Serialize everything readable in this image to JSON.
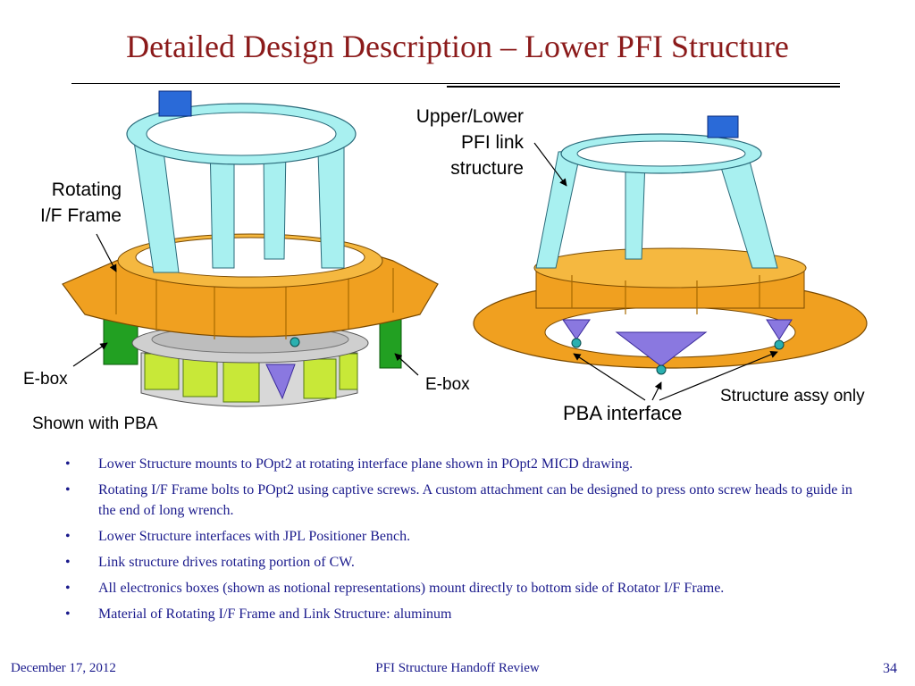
{
  "slide": {
    "title": "Detailed Design Description – Lower PFI Structure"
  },
  "figure": {
    "labels": {
      "rotating_frame_line1": "Rotating",
      "rotating_frame_line2": "I/F Frame",
      "link_line1": "Upper/Lower",
      "link_line2": "PFI link",
      "link_line3": "structure",
      "ebox_left": "E-box",
      "ebox_right": "E-box",
      "shown_with_pba": "Shown with PBA",
      "pba_interface": "PBA interface",
      "structure_assy_only": "Structure assy only"
    },
    "colors": {
      "frame_orange": "#f0a020",
      "link_cyan": "#a8f0f0",
      "ebox_green": "#22a022",
      "pba_purple": "#8a78e0",
      "lime": "#c8e838"
    }
  },
  "bullets": [
    "Lower Structure mounts to POpt2 at rotating interface plane shown in POpt2 MICD drawing.",
    "Rotating I/F Frame bolts to POpt2 using captive screws.  A custom attachment can be designed to press onto screw heads to guide in the end of long wrench.",
    "Lower Structure interfaces with JPL Positioner Bench.",
    "Link structure drives rotating portion of CW.",
    "All electronics boxes (shown as notional representations) mount directly to bottom side of Rotator I/F Frame.",
    "Material of Rotating I/F Frame and Link Structure: aluminum"
  ],
  "bullet_glyph": "•",
  "footer": {
    "date": "December 17, 2012",
    "center": "PFI Structure Handoff Review",
    "page": "34"
  }
}
